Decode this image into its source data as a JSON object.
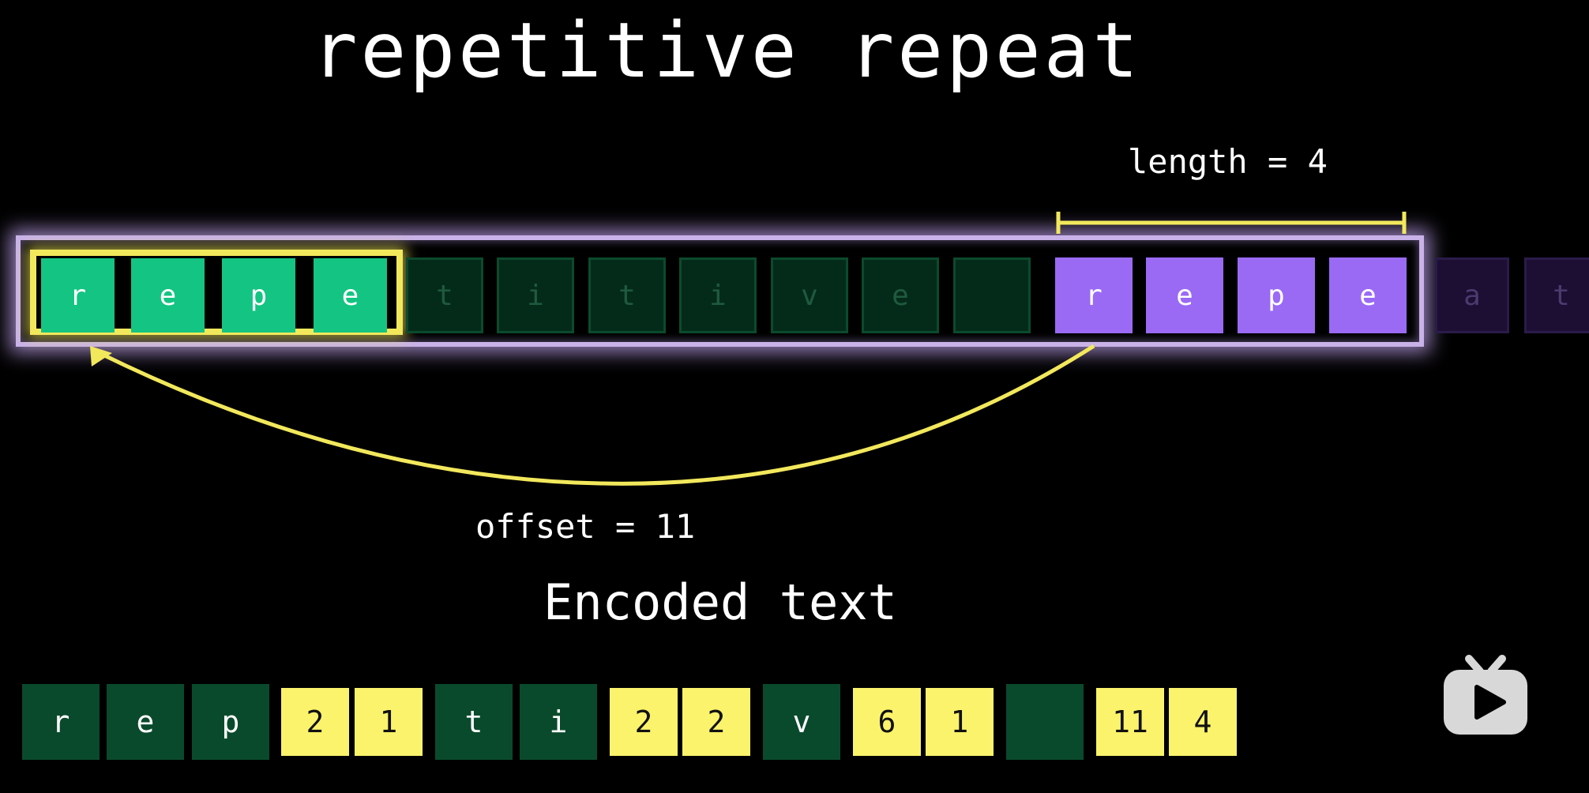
{
  "title": "repetitive repeat",
  "length_label": "length = 4",
  "offset_label": "offset = 11",
  "encoded_title": "Encoded text",
  "sliding_window": {
    "matched": [
      "r",
      "e",
      "p",
      "e"
    ],
    "rest": [
      "t",
      "i",
      "t",
      "i",
      "v",
      "e",
      ""
    ]
  },
  "lookahead": [
    "r",
    "e",
    "p",
    "e"
  ],
  "upcoming": [
    "a",
    "t"
  ],
  "encoded": [
    "r",
    "e",
    "p",
    "2",
    "1",
    "t",
    "i",
    "2",
    "2",
    "v",
    "6",
    "1",
    "",
    "11",
    "4"
  ],
  "colors": {
    "match_green": "#14c482",
    "lookahead_purple": "#9a6af5",
    "arrow_yellow": "#f2e85c",
    "literal_green": "#0a4a2c",
    "code_yellow": "#fbf36b"
  },
  "icons": {
    "logo": "tv-play-logo-icon"
  }
}
